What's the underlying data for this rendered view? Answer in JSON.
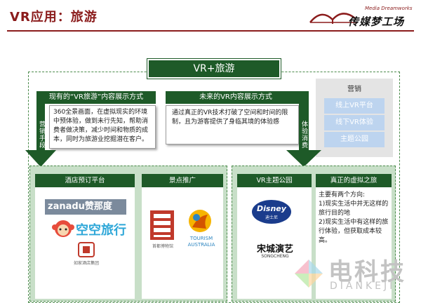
{
  "slide": {
    "title": "VR应用：旅游",
    "brand_small": "Media Dreamworks",
    "brand_name": "传媒梦工场"
  },
  "diagram": {
    "header": "VR+旅游",
    "current": {
      "label": "现有的“VR旅游”内容展示方式",
      "text": "360全景画面，在虚拟现实的环境中预体验，做到未行先知，帮助消费者做决策，减少时间和物质的成本，同时为旅游业挖掘潜在客户。"
    },
    "future": {
      "label": "未来的VR内容展示方式",
      "text": "通过真正的VR技术打破了空间和时间的限制，且为游客提供了身临其境的体验感"
    },
    "marketing": {
      "title": "营销",
      "items": [
        "线上VR平台",
        "线下VR体验",
        "主题公园"
      ]
    },
    "arrow_left_label": "营销手段",
    "arrow_right_label": "体验消费",
    "cards": {
      "hotel": {
        "title": "酒店预订平台",
        "logo_zanadu": "zanadu赞那度",
        "logo_kk": "空空旅行",
        "logo_rujia": "如家酒店集团"
      },
      "scenic": {
        "title": "景点推广",
        "logo_museum": "首都博物馆",
        "logo_tourism_1": "TOURISM",
        "logo_tourism_2": "AUSTRALIA"
      },
      "park": {
        "title": "VR主题公园",
        "logo_disney": "Disney",
        "logo_disney_sub": "迪士尼",
        "logo_songcheng": "宋城演艺",
        "logo_songcheng_sub": "SONGCHENG"
      },
      "virtual": {
        "title": "真正的虚拟之旅",
        "text": "主要有两个方向:\n1)现实生活中并无这样的旅行目的地\n2)现实生活中有这样的旅行体验，但获取成本较高。"
      }
    }
  },
  "watermark": {
    "cn": "电科技",
    "en": "DIANKEJI"
  }
}
